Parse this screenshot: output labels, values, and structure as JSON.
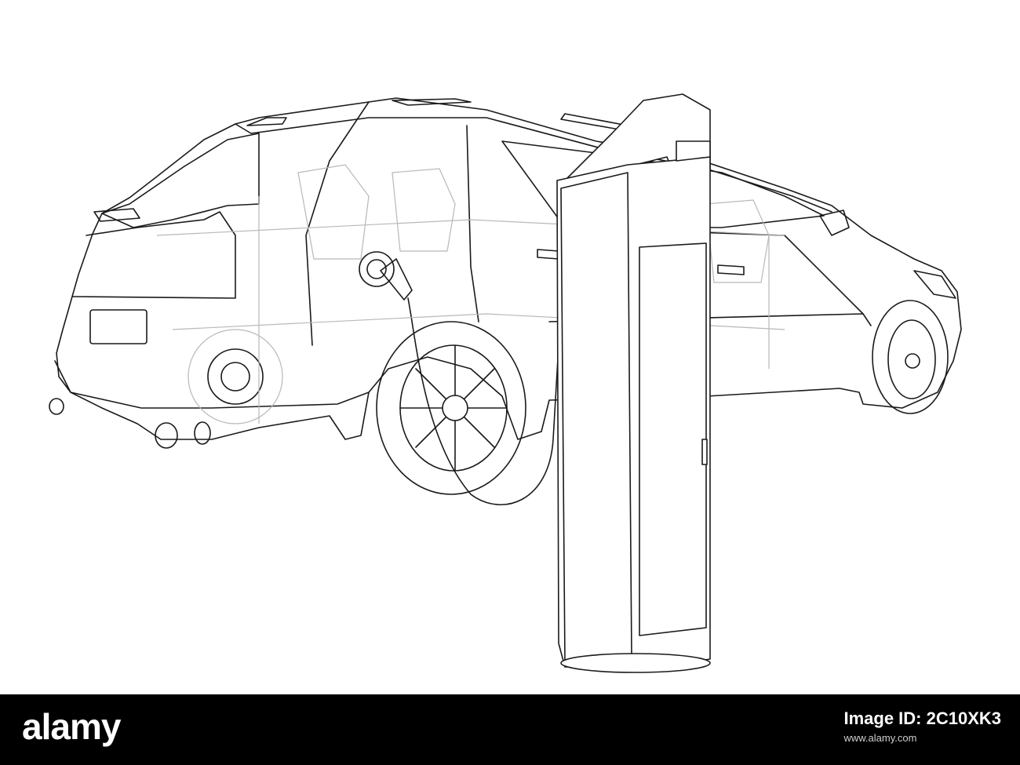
{
  "footer": {
    "brand": "alamy",
    "image_id_label": "Image ID: 2C10XK3",
    "image_id": "",
    "url": "www.alamy.com"
  },
  "colors": {
    "line": "#1a1a1a",
    "light_line": "#b8b8b8",
    "footer_bg": "#000000",
    "footer_text": "#ffffff"
  }
}
